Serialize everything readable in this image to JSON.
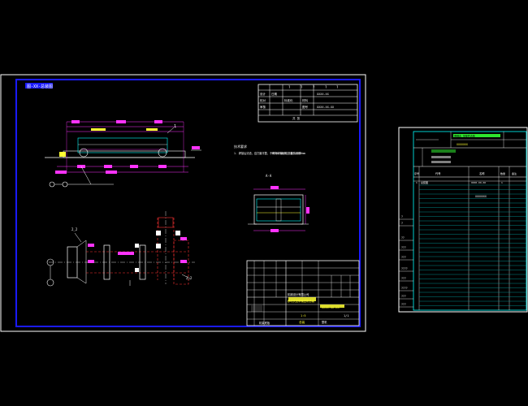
{
  "main_sheet": {
    "top_left_tag": "图-XX-总装图",
    "tech_req_title": "技术要求",
    "tech_req_lines": [
      "1. 焊接后清渣，应打磨平整，不得有焊接缺陷，涂防锈漆",
      "RC70-40/1 规格 L=400mm"
    ],
    "section_label": "A-A",
    "detail_label_1": "2_2",
    "detail_label_2": "2_2",
    "detail_label_3": "1",
    "center_tag": "机架底板",
    "footer_tag": "总装",
    "footer_tag2": "整机"
  },
  "revision_table": {
    "header": [
      "?",
      "?",
      "?",
      "?",
      "?"
    ],
    "rows": [
      [
        "设计",
        "日期",
        "材料",
        "图号"
      ],
      [
        "校对",
        "标准化",
        "比例",
        "数量"
      ],
      [
        "审核",
        "批准",
        "重量",
        "共 张"
      ]
    ],
    "code1": "XXXX-XX",
    "code2": "XXXX-XX-XX"
  },
  "title_block": {
    "company": "机械设计有限公司",
    "drawing_name": "移动式皮带输送机总装",
    "drawing_no": "XXXX-XX-XX",
    "scale": "1:5",
    "sheet": "1/1"
  },
  "bom_sheet": {
    "header_title": "明细表 零部件清单",
    "header_sub": "XXXXXXX",
    "col_headers": [
      "序号",
      "代号",
      "名称",
      "数量",
      "备注"
    ],
    "first_row": [
      "1",
      "XXXX-XX-XX",
      "总装图",
      "1"
    ],
    "highlight_row": "XXXXXXX",
    "side_labels": [
      "?",
      "?",
      "??",
      "???",
      "???",
      "????",
      "???",
      "????",
      "???",
      "???"
    ]
  },
  "colors": {
    "frame_white": "#ffffff",
    "border_blue": "#1a1aff",
    "magenta": "#ff33ff",
    "cyan": "#00ffff",
    "green": "#33ff33",
    "yellow": "#ffff33",
    "red": "#ff3333",
    "dark_cyan": "#008888"
  }
}
